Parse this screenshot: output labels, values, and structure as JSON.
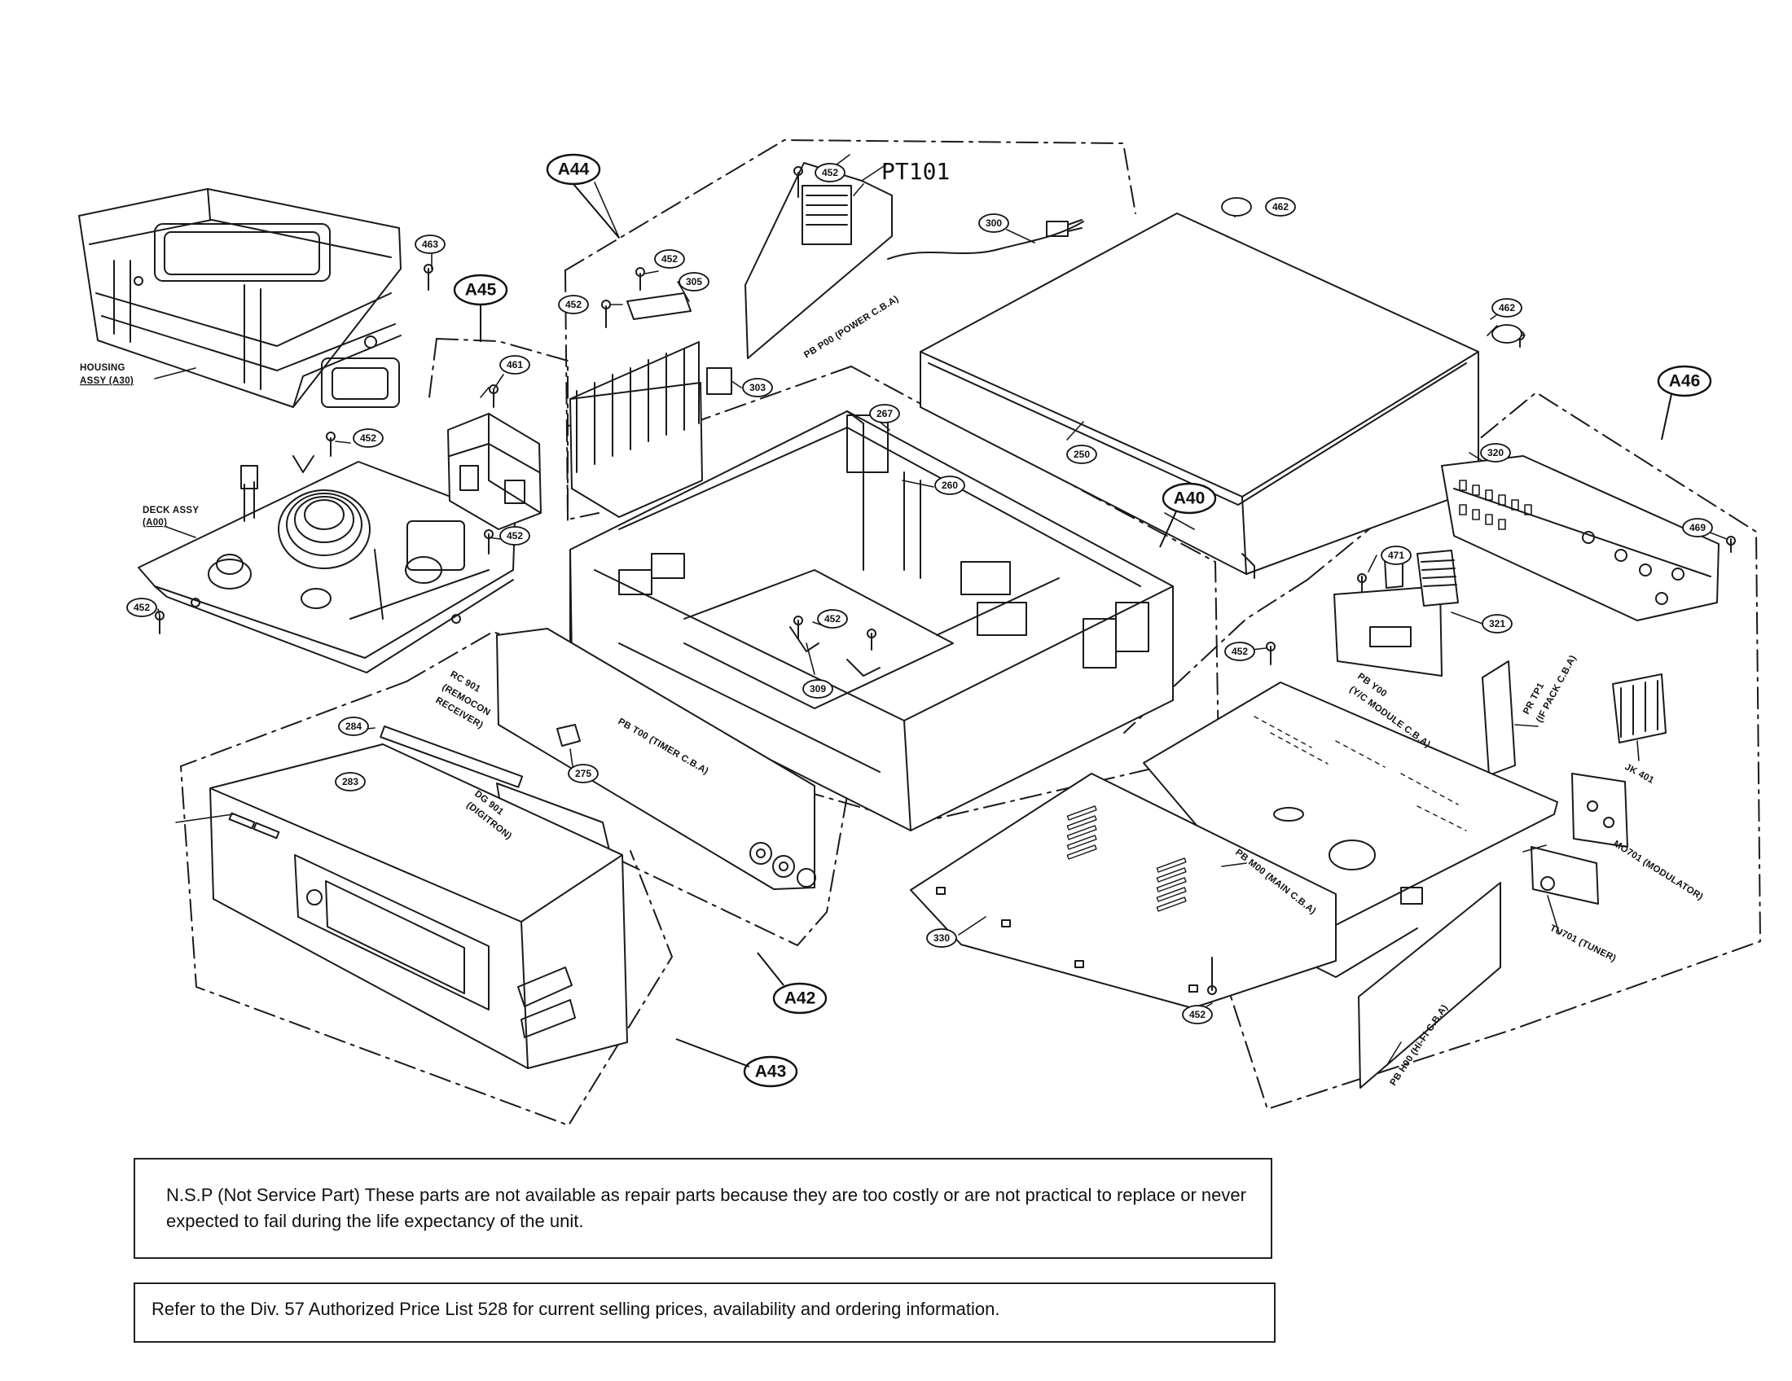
{
  "callouts": {
    "a44": "A44",
    "a45": "A45",
    "a46": "A46",
    "a40": "A40",
    "a42": "A42",
    "a43": "A43"
  },
  "parts": {
    "p452a": "452",
    "p452b": "452",
    "p452c": "452",
    "p452d": "452",
    "p452e": "452",
    "p452f": "452",
    "p452g": "452",
    "p452h": "452",
    "p452i": "452",
    "p463": "463",
    "p461": "461",
    "p305": "305",
    "p303": "303",
    "p300": "300",
    "p462a": "462",
    "p462b": "462",
    "p267": "267",
    "p260": "260",
    "p250": "250",
    "p320": "320",
    "p469": "469",
    "p471": "471",
    "p321": "321",
    "p309": "309",
    "p284": "284",
    "p283": "283",
    "p275": "275",
    "p330": "330"
  },
  "labels": {
    "pt101": "PT101",
    "power_cba": "PB P00 (POWER C.B.A)",
    "housing": [
      "HOUSING",
      "ASSY (A30)"
    ],
    "deck": [
      "DECK ASSY",
      "(A00)"
    ],
    "rc901": [
      "RC 901",
      "(REMOCON",
      "RECEIVER)"
    ],
    "dg901": [
      "DG 901",
      "(DIGITRON)"
    ],
    "timer_cba": "PB T00 (TIMER C.B.A)",
    "yc_module": [
      "PB Y00",
      "(Y/C MODULE C.B.A)"
    ],
    "ifpack": [
      "PR TP1",
      "(IF PACK C.B.A)"
    ],
    "jk401": "JK 401",
    "modulator": "MO701 (MODULATOR)",
    "tuner": "TU701 (TUNER)",
    "main_cba": "PB M00 (MAIN C.B.A)",
    "hifi_cba": "PB H00 (Hi-Fi C.B.A)"
  },
  "notes": {
    "nsp": "N.S.P (Not Service Part) These parts are not available as repair parts because they are too costly or are not practical to replace or never expected to fail during the life expectancy of the unit.",
    "price": "Refer to the Div. 57 Authorized Price List 528 for current selling prices, availability and ordering information."
  }
}
